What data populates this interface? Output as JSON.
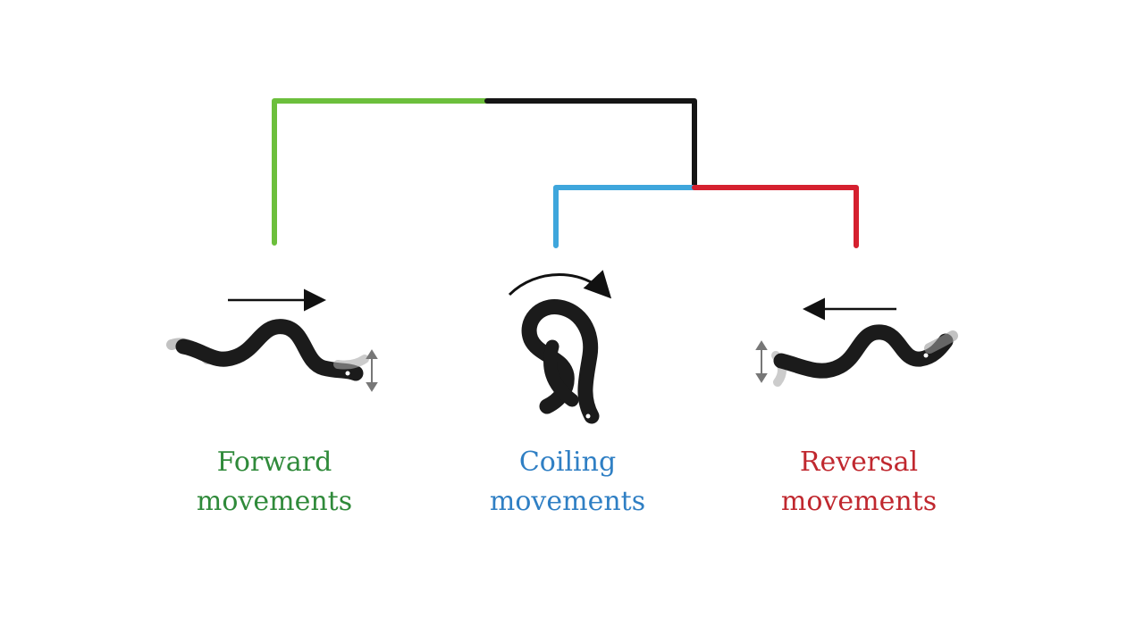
{
  "labels": {
    "forward": {
      "line1": "Forward",
      "line2": "movements"
    },
    "coiling": {
      "line1": "Coiling",
      "line2": "movements"
    },
    "reversal": {
      "line1": "Reversal",
      "line2": "movements"
    }
  },
  "colors": {
    "forward": "#6cbf3c",
    "coiling": "#3ea6dc",
    "reversal": "#d5202f",
    "forward_text": "#2f8a3a",
    "coiling_text": "#2f7fc4",
    "reversal_text": "#c0282f",
    "worm": "#1b1b1b",
    "tree_root": "#151515"
  }
}
